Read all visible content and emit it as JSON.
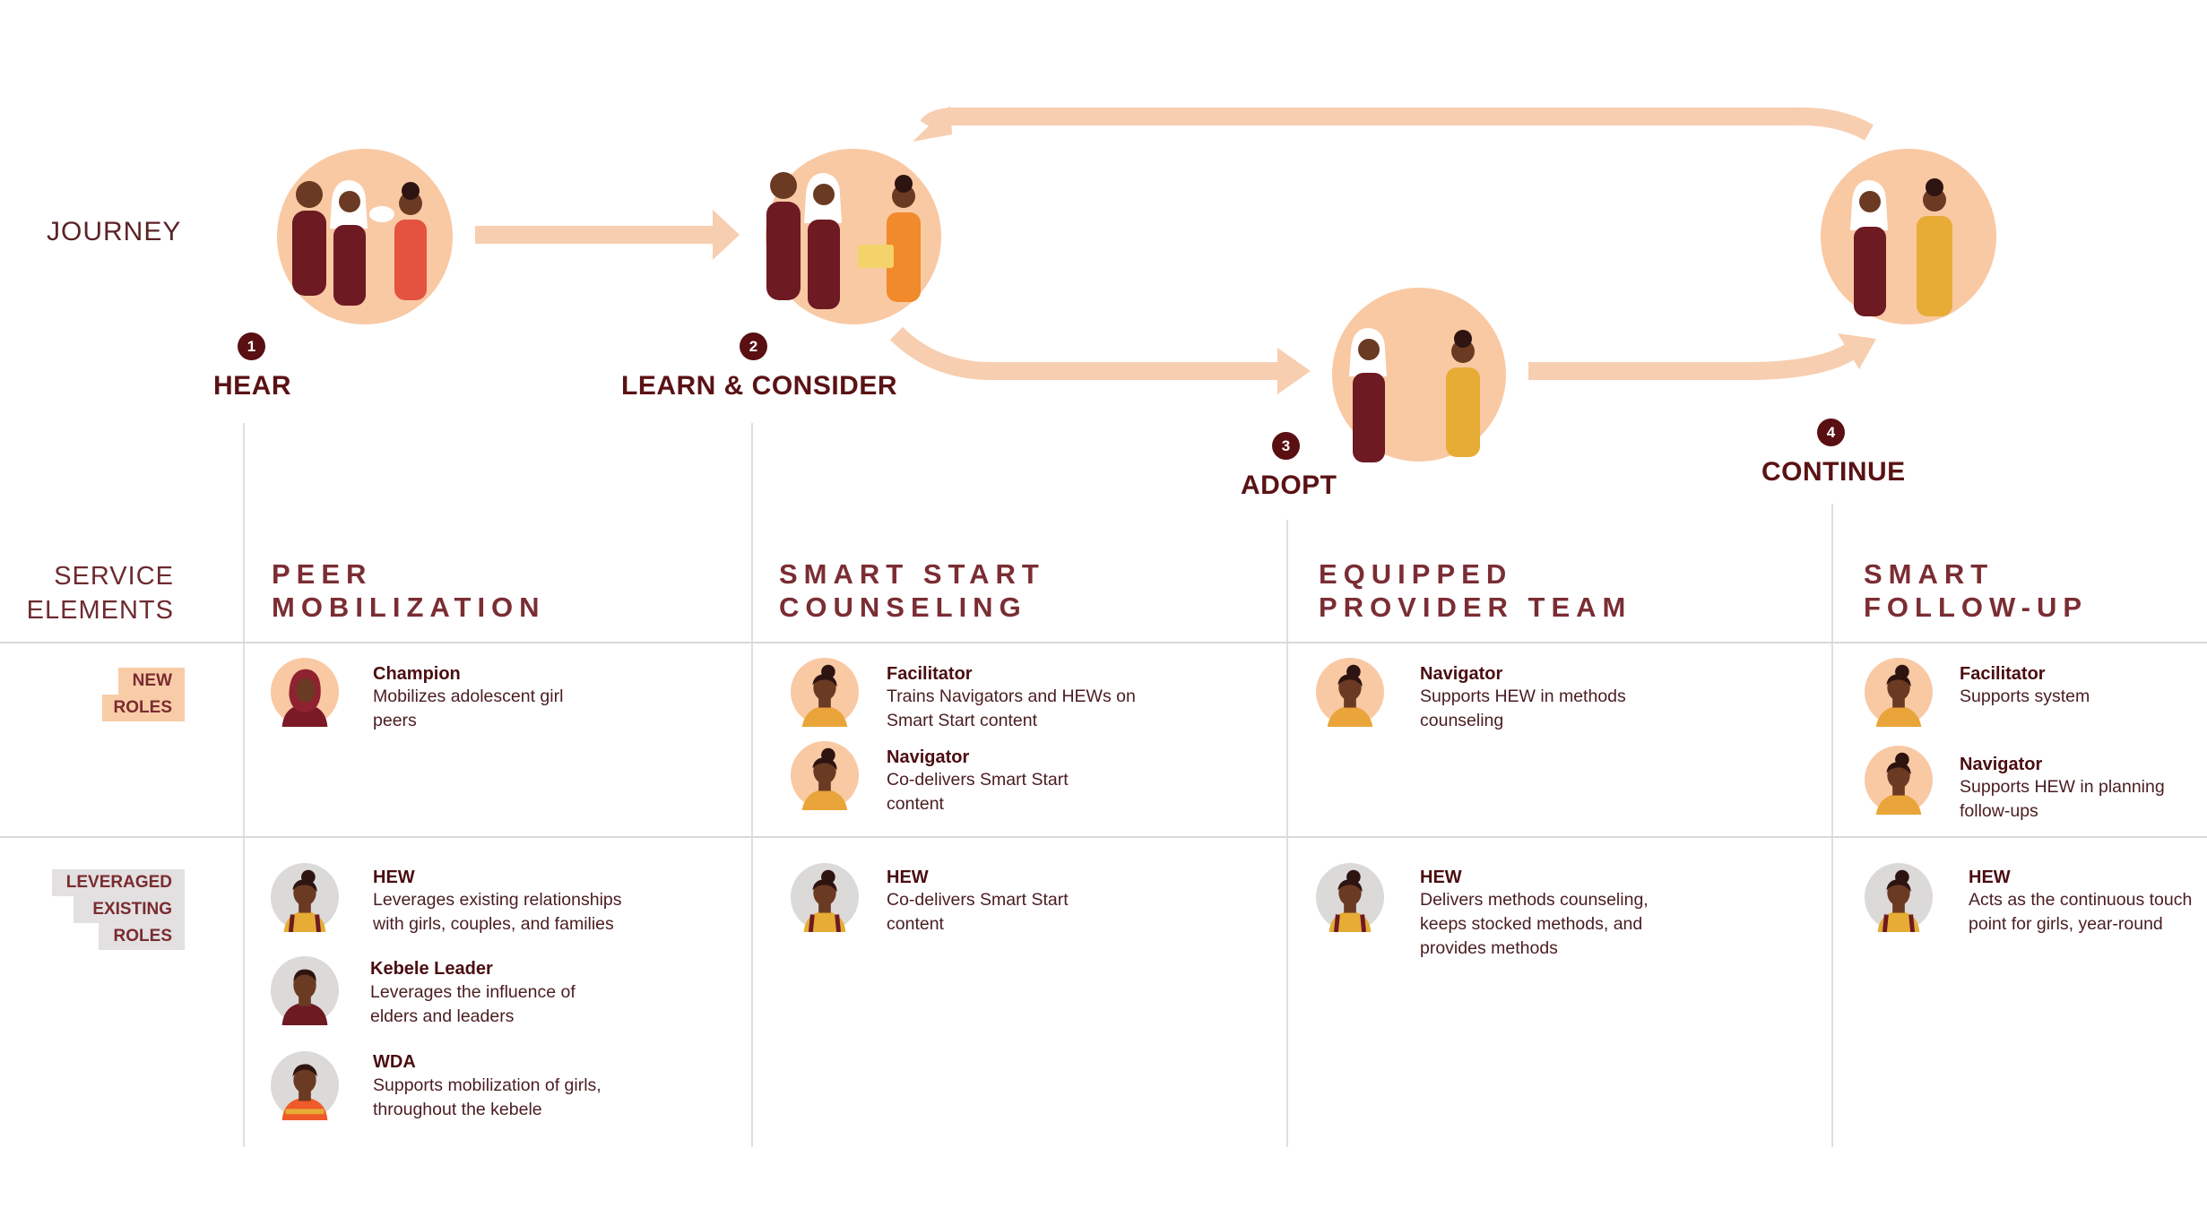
{
  "labels": {
    "journey": "JOURNEY",
    "service_line1": "SERVICE",
    "service_line2": "ELEMENTS"
  },
  "stages": [
    {
      "num": "1",
      "label": "HEAR"
    },
    {
      "num": "2",
      "label": "LEARN & CONSIDER"
    },
    {
      "num": "3",
      "label": "ADOPT"
    },
    {
      "num": "4",
      "label": "CONTINUE"
    }
  ],
  "columns": [
    {
      "line1": "PEER",
      "line2": "MOBILIZATION"
    },
    {
      "line1": "SMART START",
      "line2": "COUNSELING"
    },
    {
      "line1": "EQUIPPED",
      "line2": "PROVIDER TEAM"
    },
    {
      "line1": "SMART",
      "line2": "FOLLOW-UP"
    }
  ],
  "row_tags": {
    "new": [
      "NEW",
      "ROLES"
    ],
    "leveraged": [
      "LEVERAGED",
      "EXISTING",
      "ROLES"
    ]
  },
  "roles": {
    "c1_champion": {
      "title": "Champion",
      "desc": "Mobilizes adolescent girl peers"
    },
    "c2_facilitator": {
      "title": "Facilitator",
      "desc": "Trains Navigators and HEWs on Smart Start content"
    },
    "c2_navigator": {
      "title": "Navigator",
      "desc": "Co-delivers Smart Start content"
    },
    "c3_navigator": {
      "title": "Navigator",
      "desc": "Supports HEW in methods counseling"
    },
    "c4_facilitator": {
      "title": "Facilitator",
      "desc": "Supports system"
    },
    "c4_navigator": {
      "title": "Navigator",
      "desc": "Supports HEW in planning follow-ups"
    },
    "c1_hew": {
      "title": "HEW",
      "desc": "Leverages existing relationships with girls, couples, and families"
    },
    "c1_kebele": {
      "title": "Kebele Leader",
      "desc": "Leverages the influence of elders and leaders"
    },
    "c1_wda": {
      "title": "WDA",
      "desc": "Supports mobilization of girls, throughout the kebele"
    },
    "c2_hew": {
      "title": "HEW",
      "desc": "Co-delivers Smart Start content"
    },
    "c3_hew": {
      "title": "HEW",
      "desc": "Delivers methods counseling, keeps stocked methods, and provides methods"
    },
    "c4_hew": {
      "title": "HEW",
      "desc": "Acts as the continuous touch point for girls, year-round"
    }
  },
  "colors": {
    "arrow": "#f7ceb0",
    "circle": "#f9c9a4",
    "maroon": "#6d1a22",
    "mustard": "#e6ac35",
    "skin": "#6b3a23",
    "number_bg": "#5a0f12",
    "tag_new": "#f9cca8",
    "tag_leveraged": "#e2e0e0"
  },
  "icons": {
    "avatar_new": "person-avatar-icon",
    "avatar_leveraged": "person-avatar-icon"
  }
}
